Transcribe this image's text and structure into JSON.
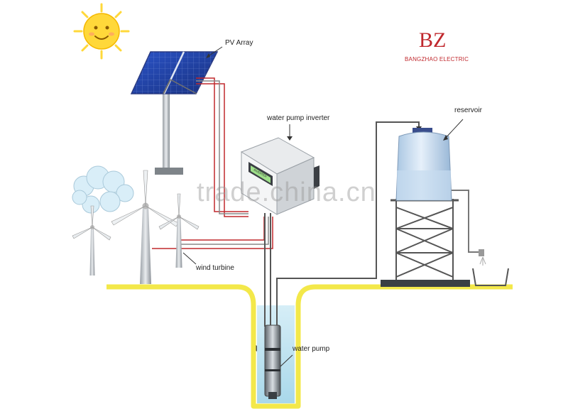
{
  "labels": {
    "pv_array": "PV Array",
    "water_pump_inverter": "water pump inverter",
    "reservoir": "reservoir",
    "wind_turbine": "wind turbine",
    "water_pump": "water pump"
  },
  "brand": {
    "monogram": "BZ",
    "name": "BANGZHAO ELECTRIC"
  },
  "watermark": "trade.china.cn",
  "colors": {
    "ground": "#f3e84a",
    "water": "#bfe3f0",
    "solar_panel": "#1f3fa8",
    "wire_red": "#c0282d",
    "wire_gray": "#777777",
    "sun": "#ffd83a",
    "brand_red": "#c0282d",
    "tank": "#cfe0f0"
  },
  "icons": [
    "sun-icon",
    "solar-panel-icon",
    "wind-turbine-icon",
    "cloud-icon",
    "inverter-icon",
    "water-tank-icon",
    "submersible-pump-icon",
    "faucet-icon",
    "trough-icon"
  ]
}
